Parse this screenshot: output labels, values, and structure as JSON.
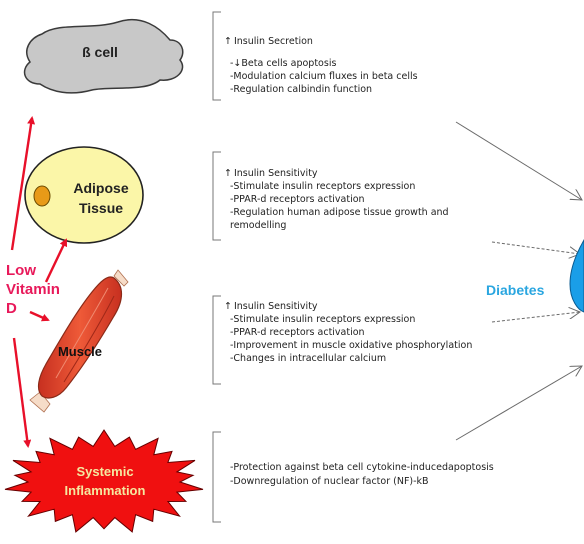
{
  "organs": {
    "beta_cell": "ß cell",
    "adipose_line1": "Adipose",
    "adipose_line2": "Tissue",
    "muscle": "Muscle",
    "inflammation_line1": "Systemic",
    "inflammation_line2": "Inflammation"
  },
  "cause": {
    "line1": "Low",
    "line2": "Vitamin",
    "line3": "D"
  },
  "outcome": "Diabetes",
  "effects": [
    {
      "header": "Insulin Secretion",
      "items": [
        "-↓Beta cells apoptosis",
        "-Modulation calcium fluxes in beta cells",
        "-Regulation calbindin function"
      ]
    },
    {
      "header": "Insulin Sensitivity",
      "items": [
        "-Stimulate insulin receptors expression",
        "-PPAR-d receptors activation",
        "-Regulation human adipose tissue growth and",
        "remodelling"
      ]
    },
    {
      "header": "Insulin Sensitivity",
      "items": [
        "-Stimulate insulin receptors expression",
        "-PPAR-d receptors activation",
        "-Improvement in muscle oxidative phosphorylation",
        "-Changes in intracellular calcium"
      ]
    },
    {
      "header": "",
      "items": [
        "-Protection against beta cell cytokine-inducedapoptosis",
        "-Downregulation of nuclear factor (NF)-kB"
      ]
    }
  ],
  "colors": {
    "red_arrow": "#e8102a",
    "vitamin_text": "#e8195a",
    "diabetes_text": "#2aa6e0",
    "diabetes_shape": "#1a9ee8",
    "cell_gray": "#c8c8c8",
    "adipose_fill": "#fbf6a8",
    "nucleus": "#e89a18",
    "muscle_fill": "#e85030",
    "inflammation_red": "#f01010",
    "inflammation_text": "#f5e8a0"
  }
}
